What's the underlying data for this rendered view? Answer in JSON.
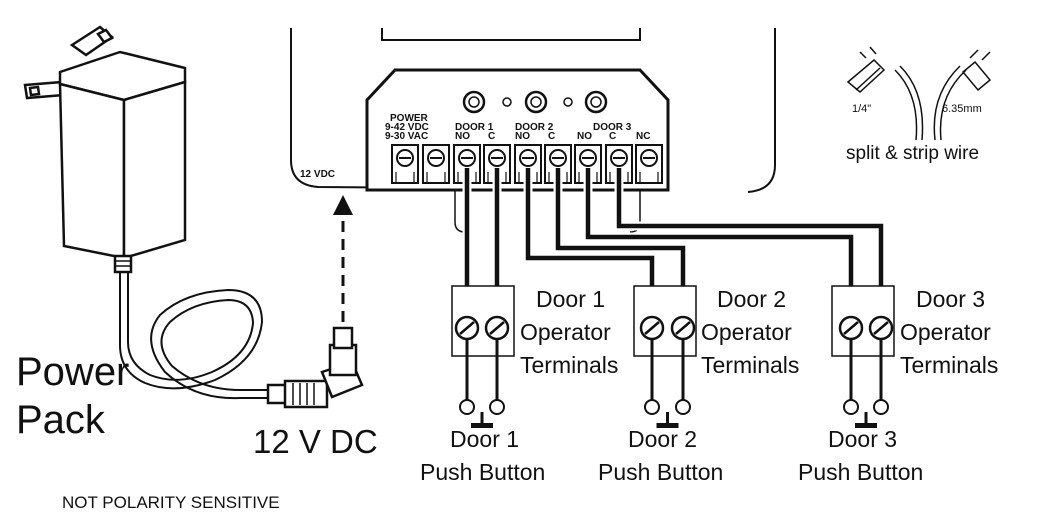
{
  "power_pack": {
    "label_line1": "Power",
    "label_line2": "Pack",
    "voltage_label": "12 V DC",
    "note": "NOT POLARITY SENSITIVE"
  },
  "controller": {
    "jack_label": "12 VDC",
    "power_label_1": "POWER",
    "power_label_2": "9-42 VDC",
    "power_label_3": "9-30 VAC",
    "door1_label": "DOOR 1",
    "door2_label": "DOOR 2",
    "door3_label": "DOOR 3",
    "no_label": "NO",
    "c_label": "C",
    "nc_label": "NC"
  },
  "wire_prep": {
    "inch_label": "1/4\"",
    "mm_label": "6.35mm",
    "caption": "split & strip wire"
  },
  "doors": [
    {
      "terminal_title": "Door 1",
      "terminal_line2": "Operator",
      "terminal_line3": "Terminals",
      "button_title": "Door 1",
      "button_line2": "Push Button"
    },
    {
      "terminal_title": "Door 2",
      "terminal_line2": "Operator",
      "terminal_line3": "Terminals",
      "button_title": "Door 2",
      "button_line2": "Push Button"
    },
    {
      "terminal_title": "Door 3",
      "terminal_line2": "Operator",
      "terminal_line3": "Terminals",
      "button_title": "Door 3",
      "button_line2": "Push Button"
    }
  ]
}
